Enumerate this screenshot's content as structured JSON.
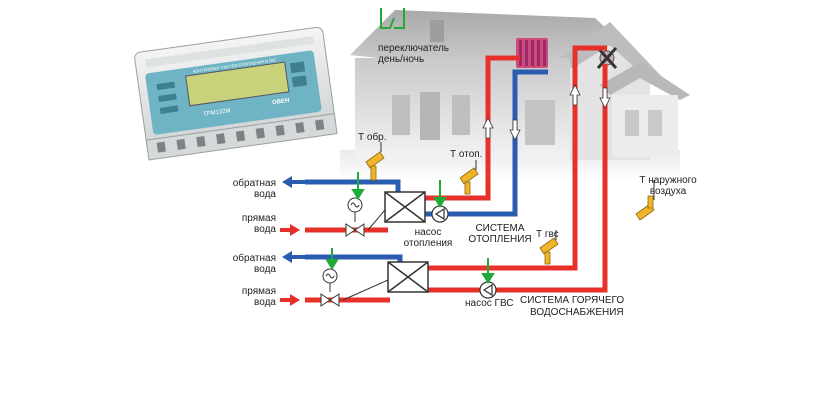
{
  "controller": {
    "lcd_caption": "КОНТРОЛЛЕР СИСТЕМ ОТОПЛЕНИЯ И ГВС",
    "brand": "ОВЕН",
    "model": "ТРМ132М"
  },
  "labels": {
    "day_night_switch": [
      "переключатель",
      "день/ночь"
    ],
    "t_return": "Т обр.",
    "t_heating": "Т отоп.",
    "t_outdoor": [
      "Т наружного",
      "воздуха"
    ],
    "t_dhw": "Т гвс",
    "return_water_1": [
      "обратная",
      "вода"
    ],
    "supply_water_1": [
      "прямая",
      "вода"
    ],
    "return_water_2": [
      "обратная",
      "вода"
    ],
    "supply_water_2": [
      "прямая",
      "вода"
    ],
    "heating_pump": [
      "насос",
      "отопления"
    ],
    "heating_system": [
      "СИСТЕМА",
      "ОТОПЛЕНИЯ"
    ],
    "dhw_pump": "насос ГВС",
    "dhw_system": [
      "СИСТЕМА ГОРЯЧЕГО",
      "ВОДОСНАБЖЕНИЯ"
    ]
  },
  "colors": {
    "hot": "#e8302a",
    "cold": "#2a5cb0",
    "signal": "#1faa3a",
    "sensor": "#f2b52a",
    "house": "#d9d9d9"
  }
}
